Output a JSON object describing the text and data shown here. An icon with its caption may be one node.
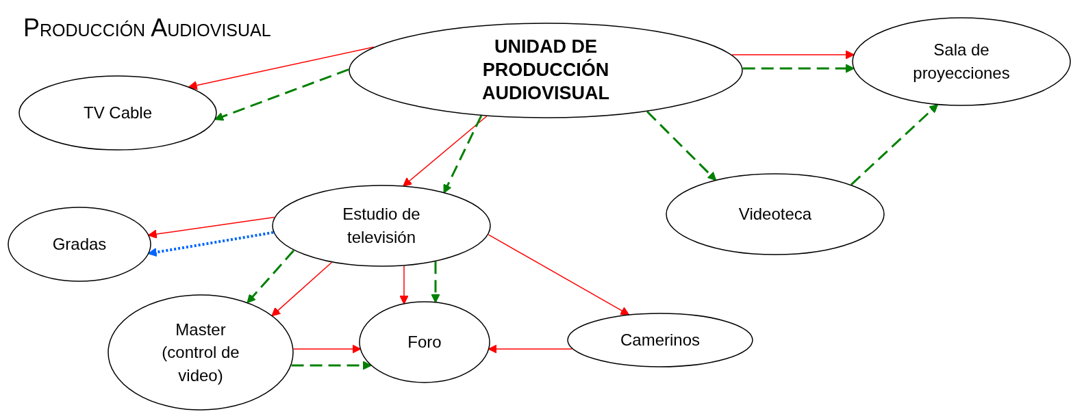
{
  "diagram": {
    "title": "Producción Audiovisual",
    "nodes": [
      {
        "text": [
          "UNIDAD DE PRODUCCIÓN AUDIOVISUAL"
        ]
      },
      {
        "text": [
          "TV Cable"
        ]
      },
      {
        "text": [
          "Sala de proyecciones"
        ]
      },
      {
        "text": [
          "Estudio de televisión"
        ]
      },
      {
        "text": [
          "Videoteca"
        ]
      },
      {
        "text": [
          "Gradas"
        ]
      },
      {
        "text": [
          "Master (control de video)"
        ]
      },
      {
        "text": [
          "Foro"
        ]
      },
      {
        "text": [
          "Camerinos"
        ]
      }
    ],
    "edges": [
      {
        "from": 0,
        "to": 1,
        "arrow": "to"
      },
      {
        "from": 0,
        "to": 1,
        "arrow": "to",
        "style": "dashed",
        "color": "#008000"
      },
      {
        "from": 0,
        "to": 2,
        "arrow": "to"
      },
      {
        "from": 0,
        "to": 2,
        "arrow": "to",
        "style": "dashed",
        "color": "#008000"
      },
      {
        "from": 0,
        "to": 3,
        "arrow": "to"
      },
      {
        "from": 0,
        "to": 3,
        "arrow": "to",
        "style": "dashed",
        "color": "#008000"
      },
      {
        "from": 0,
        "to": 4,
        "arrow": "to",
        "style": "dashed",
        "color": "#008000"
      },
      {
        "from": 4,
        "to": 2,
        "arrow": "to",
        "style": "dashed",
        "color": "#008000"
      },
      {
        "from": 3,
        "to": 5,
        "arrow": "to"
      },
      {
        "from": 3,
        "to": 5,
        "arrow": "to",
        "style": "dashed",
        "color": "#0066ff"
      },
      {
        "from": 3,
        "to": 6,
        "arrow": "to",
        "style": "dashed",
        "color": "#008000"
      },
      {
        "from": 3,
        "to": 6,
        "arrow": "to"
      },
      {
        "from": 3,
        "to": 7,
        "arrow": "to"
      },
      {
        "from": 3,
        "to": 7,
        "arrow": "to",
        "style": "dashed",
        "color": "#008000"
      },
      {
        "from": 3,
        "to": 8,
        "arrow": "to"
      },
      {
        "from": 6,
        "to": 7,
        "arrow": "to"
      },
      {
        "from": 6,
        "to": 7,
        "arrow": "to",
        "style": "dashed",
        "color": "#008000"
      },
      {
        "from": 8,
        "to": 7,
        "arrow": "to"
      }
    ]
  }
}
